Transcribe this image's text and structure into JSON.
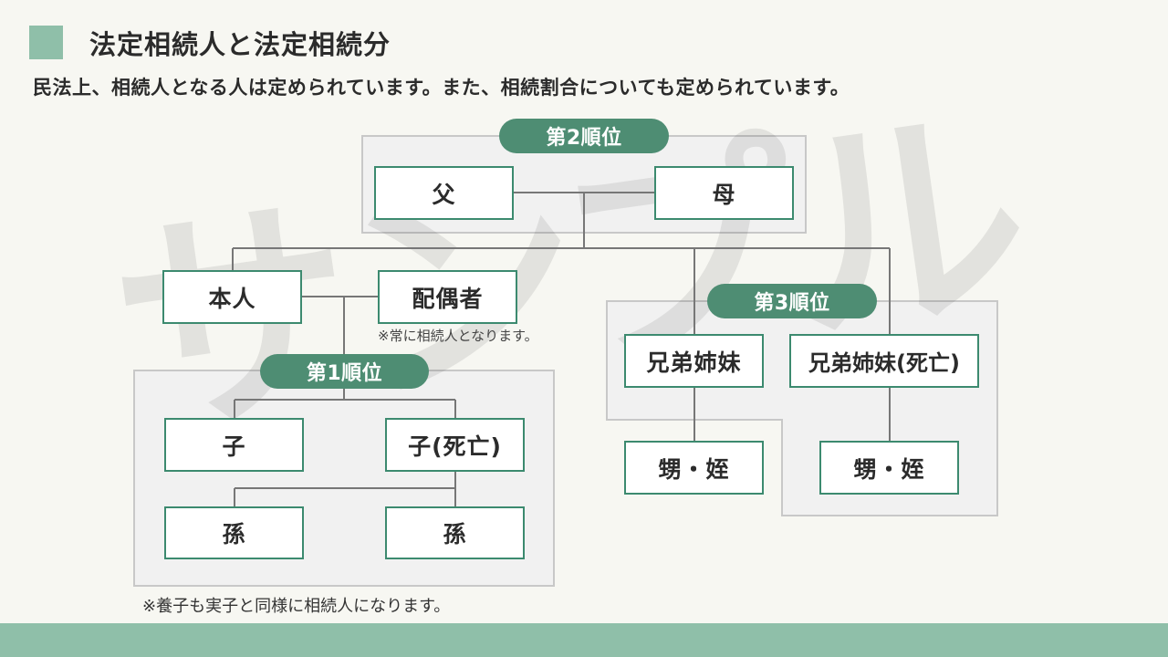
{
  "header": {
    "title": "法定相続人と法定相続分",
    "subtitle": "民法上、相続人となる人は定められています。また、相続割合についても定められています。"
  },
  "watermark": "サンプル",
  "rank2": {
    "label": "第2順位",
    "father": "父",
    "mother": "母"
  },
  "center": {
    "self": "本人",
    "spouse": "配偶者",
    "spouse_note": "※常に相続人となります。"
  },
  "rank1": {
    "label": "第1順位",
    "child": "子",
    "child_deceased": "子(死亡)",
    "grandchild_1": "孫",
    "grandchild_2": "孫",
    "note": "※養子も実子と同様に相続人になります。"
  },
  "rank3": {
    "label": "第3順位",
    "siblings": "兄弟姉妹",
    "siblings_deceased": "兄弟姉妹(死亡)",
    "nephew_niece_1": "甥・姪",
    "nephew_niece_2": "甥・姪"
  },
  "colors": {
    "accent_green": "#4e8d73",
    "border_green": "#3c8a6f",
    "band_green": "#8fbfa9",
    "group_bg": "#f1f1f1",
    "background": "#f7f7f2"
  }
}
